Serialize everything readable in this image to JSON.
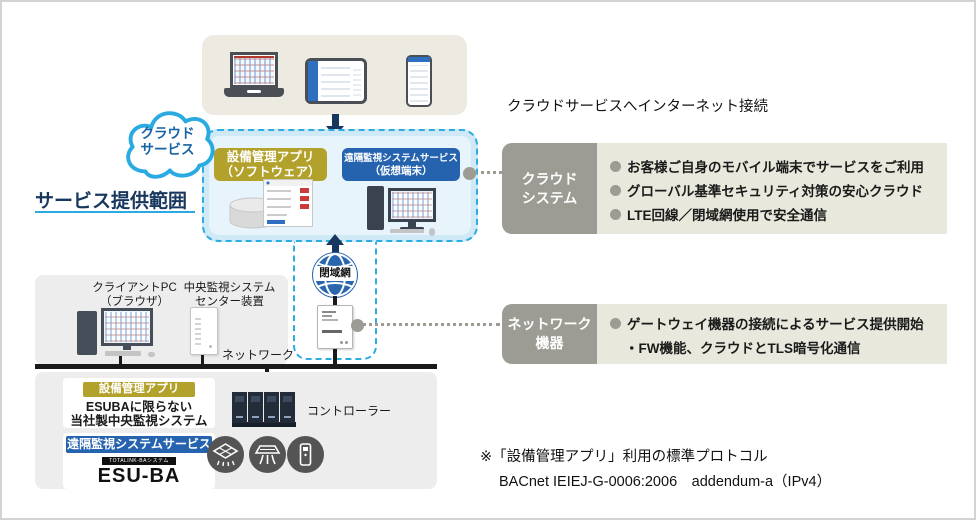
{
  "note_internet": "クラウドサービスへインターネット接続",
  "cloud_badge": {
    "line1": "クラウド",
    "line2": "サービス"
  },
  "scope_label": "サービス提供範囲",
  "service_area": {
    "app": {
      "line1": "設備管理アプリ",
      "line2": "（ソフトウェア）"
    },
    "remote": {
      "line1": "遠隔監視システムサービス",
      "line2": "（仮想端末）"
    }
  },
  "closed_network_label": "閉域網",
  "panels": {
    "cloud": {
      "title1": "クラウド",
      "title2": "システム",
      "bullets": [
        "お客様ご自身のモバイル端末でサービスをご利用",
        "グローバル基準セキュリティ対策の安心クラウド",
        "LTE回線／閉域網使用で安全通信"
      ]
    },
    "network": {
      "title1": "ネットワーク",
      "title2": "機器",
      "bullets": [
        "ゲートウェイ機器の接続によるサービス提供開始",
        "・FW機能、クラウドとTLS暗号化通信"
      ]
    }
  },
  "site": {
    "client_pc": {
      "line1": "クライアントPC",
      "line2": "（ブラウザ）"
    },
    "central": {
      "line1": "中央監視システム",
      "line2": "センター装置"
    },
    "network_label": "ネットワーク",
    "controller_label": "コントローラー",
    "facility_app": {
      "header": "設備管理アプリ",
      "line1": "ESUBAに限らない",
      "line2": "当社製中央監視システム"
    },
    "remote_service": {
      "header": "遠隔監視システムサービス",
      "logo_small": "TOTALINK-BAシステム",
      "logo": "ESU-BA"
    }
  },
  "footnote": {
    "line1": "※「設備管理アプリ」利用の標準プロトコル",
    "line2": "BACnet IEIEJ-G-0006:2006　addendum-a（IPv4）"
  },
  "colors": {
    "accent_cyan": "#29abe2",
    "navy": "#17375e",
    "gold": "#b2a12b",
    "box_blue": "#2563ae",
    "tag_gray": "#9c9c94",
    "panel_beige": "#e9e8dc",
    "area_blue": "#cfe9f7",
    "site_gray": "#ededed"
  },
  "icons": {
    "laptop-icon": "css-shape",
    "tablet-icon": "css-shape",
    "smartphone-icon": "css-shape",
    "cloud-icon": "svg-cloud",
    "arrow-down-icon": "css-triangle",
    "arrow-up-icon": "css-triangle",
    "database-icon": "svg-cylinder",
    "app-window-icon": "svg-card",
    "desktop-pc-icon": "css-shape",
    "globe-icon": "svg-globe",
    "gateway-device-icon": "css-shape",
    "server-tower-icon": "css-shape",
    "controller-icon": "svg-modules",
    "light-fixture-icon": "svg",
    "hvac-unit-icon": "svg",
    "kiosk-device-icon": "svg",
    "connector-dot": "css-circle"
  }
}
